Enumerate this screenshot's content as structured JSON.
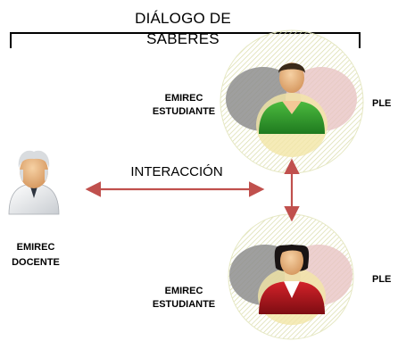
{
  "title": {
    "line1": "DIÁLOGO DE",
    "line2": "SABERES"
  },
  "interaction_label": "INTERACCIÓN",
  "teacher": {
    "line1": "EMIREC",
    "line2": "DOCENTE"
  },
  "student_top": {
    "line1": "EMIREC",
    "line2": "ESTUDIANTE",
    "ple": "PLE"
  },
  "student_bottom": {
    "line1": "EMIREC",
    "line2": "ESTUDIANTE",
    "ple": "PLE"
  },
  "colors": {
    "arrow": "#c0504d",
    "green_shirt": "#2e8b2e",
    "red_jacket": "#b3141c",
    "circle_grey": "#8e8e8e",
    "circle_pink": "#e8c4c4",
    "circle_yellow": "#f3e6a6"
  }
}
